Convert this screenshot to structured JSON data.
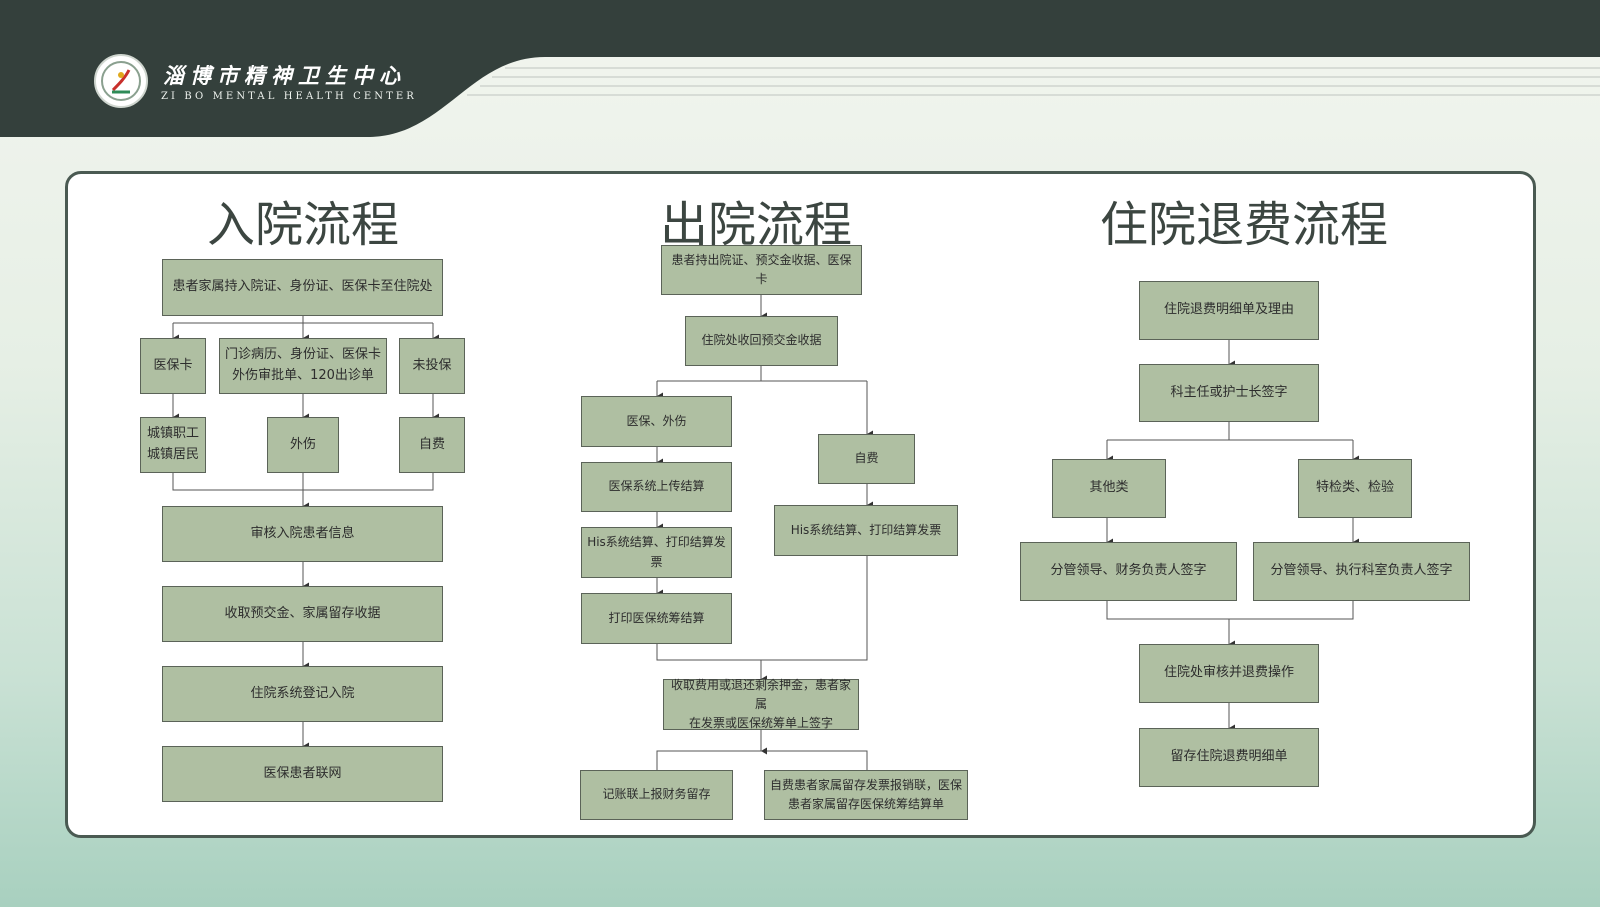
{
  "header": {
    "org_name_cn": "淄博市精神卫生中心",
    "org_name_en": "ZI BO MENTAL HEALTH CENTER"
  },
  "sections": {
    "admission": {
      "title": "入院流程",
      "steps": {
        "bring_docs": "患者家属持入院证、身份证、医保卡至住院处",
        "med_card": "医保卡",
        "injury_docs": "门诊病历、身份证、医保卡\n外伤审批单、120出诊单",
        "uninsured": "未投保",
        "urban_types": "城镇职工\n城镇居民",
        "injury": "外伤",
        "self_pay": "自费",
        "verify_info": "审核入院患者信息",
        "collect_deposit": "收取预交金、家属留存收据",
        "register": "住院系统登记入院",
        "insurance_network": "医保患者联网"
      }
    },
    "discharge": {
      "title": "出院流程",
      "steps": {
        "bring_docs": "患者持出院证、预交金收据、医保卡",
        "recover_receipt": "住院处收回预交金收据",
        "insured_injury": "医保、外伤",
        "upload_settlement": "医保系统上传结算",
        "his_settle_left": "His系统结算、打印结算发票",
        "print_pooling": "打印医保统筹结算",
        "self_pay": "自费",
        "his_settle_right": "His系统结算、打印结算发票",
        "collect_refund": "收取费用或退还剩余押金，患者家属\n在发票或医保统筹单上签字",
        "accounting": "记账联上报财务留存",
        "keep_invoice": "自费患者家属留存发票报销联，医保\n患者家属留存医保统筹结算单"
      }
    },
    "refund": {
      "title": "住院退费流程",
      "steps": {
        "detail_reason": "住院退费明细单及理由",
        "director_sign": "科主任或护士长签字",
        "other": "其他类",
        "special_exam": "特检类、检验",
        "leader_finance": "分管领导、财务负责人签字",
        "leader_dept": "分管领导、执行科室负责人签字",
        "review_refund": "住院处审核并退费操作",
        "keep_detail": "留存住院退费明细单"
      }
    }
  },
  "colors": {
    "header_dark": "#34403c",
    "node_fill": "#afbfa2",
    "panel_border": "#4a5a52"
  }
}
